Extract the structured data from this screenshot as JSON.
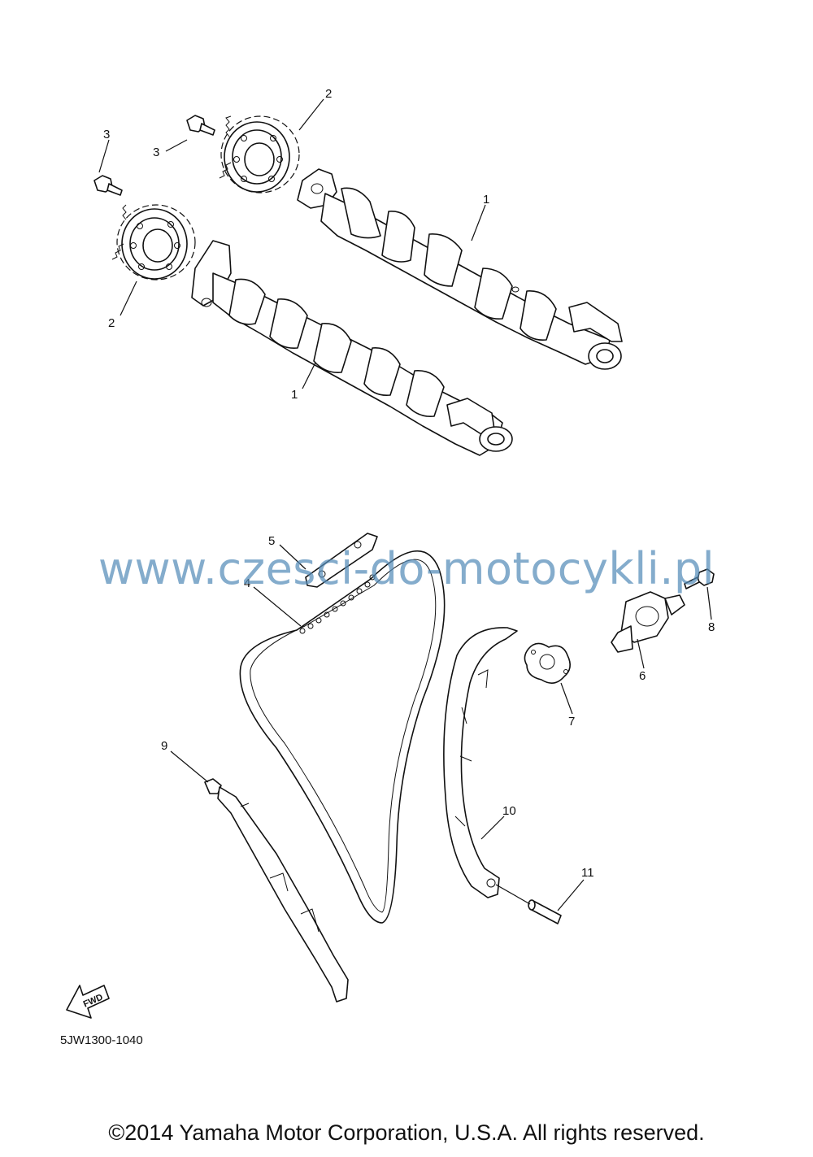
{
  "callouts": {
    "c1a": "1",
    "c1b": "1",
    "c2a": "2",
    "c2b": "2",
    "c3a": "3",
    "c3b": "3",
    "c4": "4",
    "c5": "5",
    "c6": "6",
    "c7": "7",
    "c8": "8",
    "c9": "9",
    "c10": "10",
    "c11": "11"
  },
  "fwd_label": "FWD",
  "diagram_code": "5JW1300-1040",
  "watermark": "www.czesci-do-motocykli.pl",
  "copyright": "©2014 Yamaha Motor Corporation, U.S.A. All rights reserved."
}
